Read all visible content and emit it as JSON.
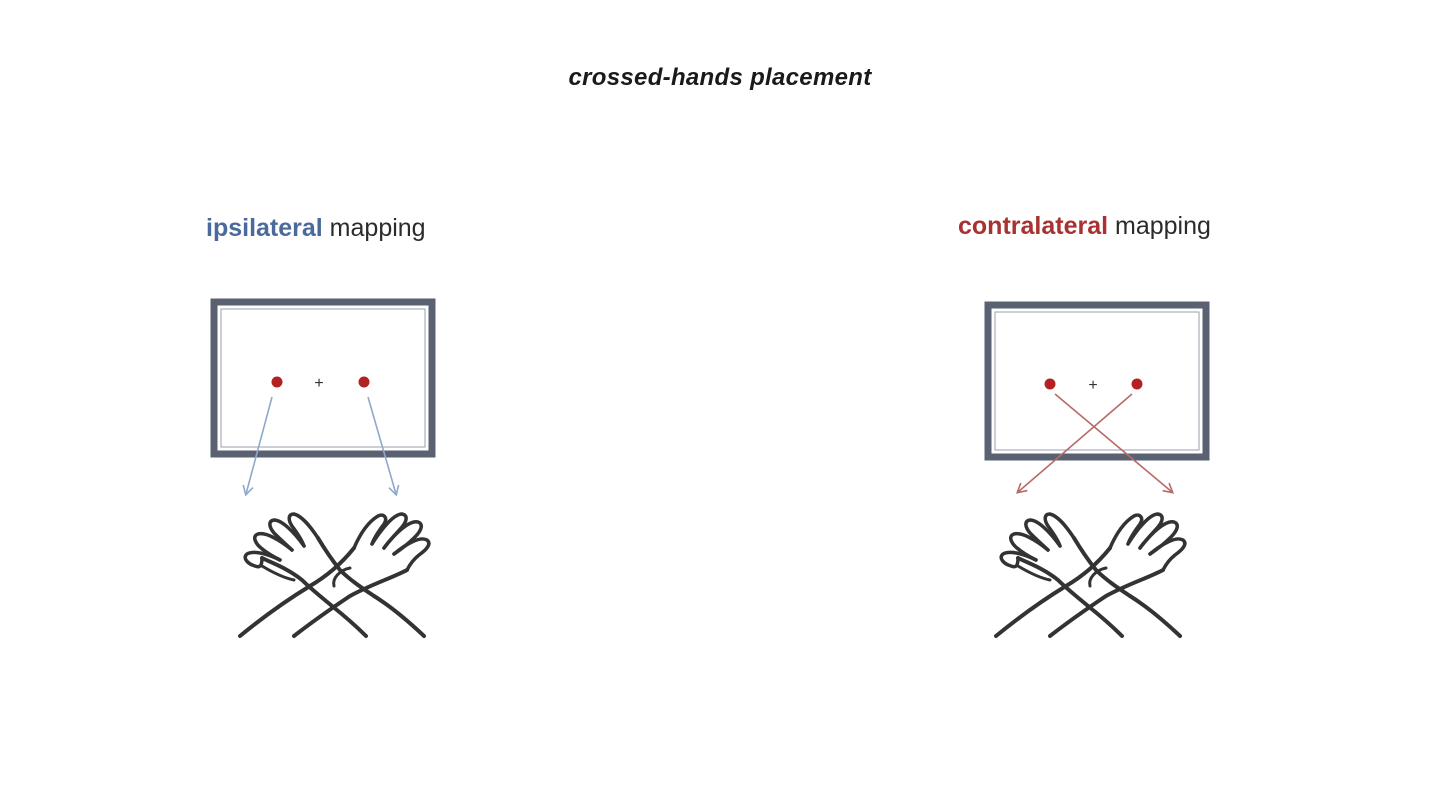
{
  "title": "crossed-hands placement",
  "panels": [
    {
      "keyword": "ipsilateral",
      "suffix": " mapping",
      "color": "#4a6a9c",
      "arrow_color": "#8fa8cc"
    },
    {
      "keyword": "contralateral",
      "suffix": " mapping",
      "color": "#a83232",
      "arrow_color": "#b86a6a"
    }
  ],
  "colors": {
    "screen_border": "#5a6272",
    "dot": "#b22222",
    "fixation": "#333333",
    "hands_outline": "#333333"
  },
  "fixation_symbol": "+"
}
